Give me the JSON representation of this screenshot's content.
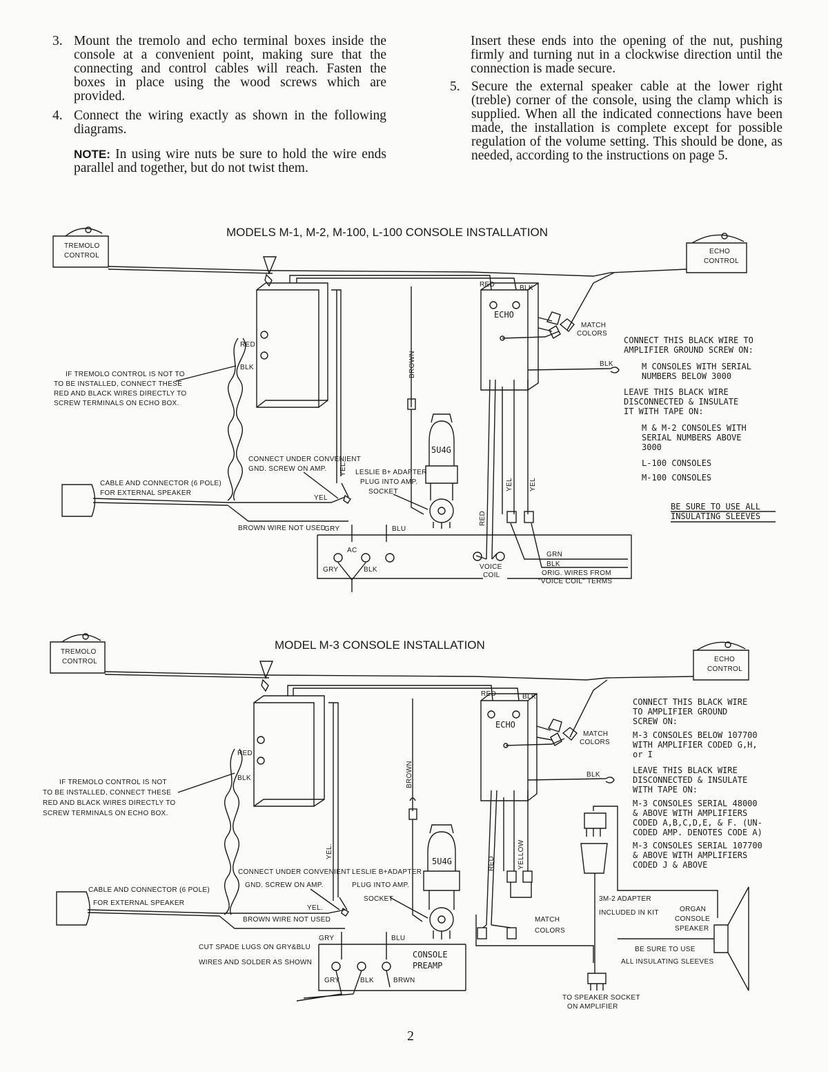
{
  "text": {
    "left_items": [
      {
        "num": "3.",
        "text": "Mount the tremolo and echo terminal boxes inside the console at a convenient point, making sure that the connecting and control cables will reach. Fasten the boxes in place using the wood screws which are provided."
      },
      {
        "num": "4.",
        "text": "Connect the wiring exactly as shown in the following diagrams."
      }
    ],
    "note_label": "NOTE:",
    "note_text": " In using wire nuts be sure to hold the wire ends parallel and together, but do not twist them.",
    "right_cont": "Insert these ends into the opening of the nut, pushing firmly and turning nut in a clockwise direction until the connection is made secure.",
    "right_item": {
      "num": "5.",
      "text": "Secure the external speaker cable at the lower right (treble) corner of the console, using the clamp which is supplied. When all the indicated connections have been made, the installation is complete except for possible regulation of the volume setting. This should be done, as needed, according to the instructions on page 5."
    }
  },
  "d1": {
    "title": "MODELS M-1, M-2, M-100, L-100 CONSOLE INSTALLATION",
    "tremolo": [
      "TREMOLO",
      "CONTROL"
    ],
    "echo_ctrl": [
      "ECHO",
      "CONTROL"
    ],
    "red": "RED",
    "blk": "BLK",
    "echo": "ECHO",
    "match": [
      "MATCH",
      "COLORS"
    ],
    "if_tremolo": [
      "IF TREMOLO CONTROL IS NOT TO",
      "TO BE INSTALLED, CONNECT THESE",
      "RED AND BLACK WIRES DIRECTLY TO",
      "SCREW TERMINALS ON ECHO BOX."
    ],
    "brown": "BROWN",
    "tube": "5U4G",
    "connect_under": [
      "CONNECT UNDER CONVENIENT",
      "GND. SCREW ON AMP."
    ],
    "leslie": [
      "LESLIE B+ ADAPTER",
      "PLUG INTO AMP.",
      "SOCKET"
    ],
    "cable": [
      "CABLE AND CONNECTOR (6 POLE)",
      "FOR EXTERNAL SPEAKER"
    ],
    "yel": "YEL",
    "yel2": "YEL.",
    "brown_not": "BROWN WIRE NOT USED",
    "gry": "GRY",
    "blu": "BLU",
    "ac": "AC",
    "voice": [
      "VOICE",
      "COIL"
    ],
    "grn": "GRN",
    "orig": [
      "ORIG. WIRES FROM",
      "\"VOICE COIL\" TERMS"
    ],
    "connect_black": [
      "CONNECT THIS BLACK WIRE TO",
      "AMPLIFIER GROUND SCREW ON:"
    ],
    "m_consoles": [
      "M CONSOLES WITH SERIAL",
      "NUMBERS BELOW 3000"
    ],
    "leave": [
      "LEAVE THIS BLACK WIRE",
      "DISCONNECTED & INSULATE",
      "IT WITH TAPE ON:"
    ],
    "m2": [
      "M & M-2 CONSOLES WITH",
      "SERIAL NUMBERS ABOVE",
      "3000"
    ],
    "l100": "L-100 CONSOLES",
    "m100": "M-100 CONSOLES",
    "be_sure": [
      "BE SURE TO USE ALL",
      "INSULATING SLEEVES"
    ]
  },
  "d2": {
    "title": "MODEL M-3 CONSOLE INSTALLATION",
    "tremolo": [
      "TREMOLO",
      "CONTROL"
    ],
    "echo_ctrl": [
      "ECHO",
      "CONTROL"
    ],
    "red": "RED",
    "blk": "BLK",
    "echo": "ECHO",
    "match": [
      "MATCH",
      "COLORS"
    ],
    "if_tremolo": [
      "IF TREMOLO CONTROL IS NOT",
      "TO BE INSTALLED, CONNECT THESE",
      "RED AND BLACK WIRES DIRECTLY TO",
      "SCREW TERMINALS ON ECHO BOX."
    ],
    "brown": "BROWN",
    "yel": "YEL.",
    "tube": "5U4G",
    "connect_under": [
      "CONNECT UNDER CONVENIENT",
      "GND. SCREW ON AMP."
    ],
    "leslie": [
      "LESLIE B+ADAPTER",
      "PLUG INTO AMP.",
      "SOCKET"
    ],
    "cable": [
      "CABLE AND CONNECTOR (6 POLE)",
      "FOR EXTERNAL SPEAKER"
    ],
    "brown_not": "BROWN WIRE NOT USED",
    "gry": "GRY",
    "blu": "BLU",
    "cut": [
      "CUT SPADE LUGS ON GRY&BLU",
      "WIRES AND SOLDER AS SHOWN"
    ],
    "preamp": [
      "CONSOLE",
      "PREAMP"
    ],
    "gry2": "GRY",
    "blk2": "BLK",
    "brwn": "BRWN",
    "red2": "RED",
    "yellow": "YELLOW",
    "match2": [
      "MATCH",
      "COLORS"
    ],
    "adapter": [
      "3M-2 ADAPTER",
      "INCLUDED IN KIT"
    ],
    "to_speaker": [
      "TO SPEAKER SOCKET",
      "ON AMPLIFIER"
    ],
    "organ": [
      "ORGAN",
      "CONSOLE",
      "SPEAKER"
    ],
    "be_sure": [
      "BE SURE TO USE",
      "ALL INSULATING SLEEVES"
    ],
    "connect_black": [
      "CONNECT THIS BLACK WIRE",
      "TO AMPLIFIER GROUND",
      "SCREW ON:"
    ],
    "m3a": [
      "M-3 CONSOLES BELOW 107700",
      "WITH AMPLIFIER CODED G,H,",
      "or I"
    ],
    "leave": [
      "LEAVE THIS BLACK WIRE",
      "DISCONNECTED & INSULATE",
      "WITH TAPE ON:"
    ],
    "m3b": [
      "M-3 CONSOLES SERIAL 48000",
      "& ABOVE WITH AMPLIFIERS",
      "CODED A,B,C,D,E, & F. (UN-",
      "CODED AMP. DENOTES CODE A)"
    ],
    "m3c": [
      "M-3 CONSOLES SERIAL 107700",
      "& ABOVE WITH AMPLIFIERS",
      "CODED J & ABOVE"
    ]
  },
  "page_number": "2"
}
